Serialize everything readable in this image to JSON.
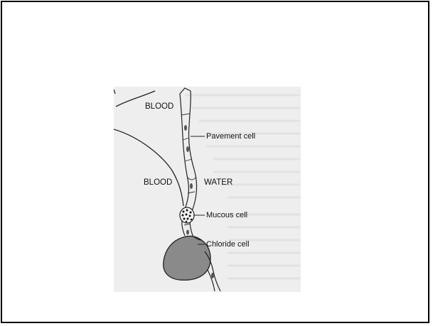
{
  "diagram": {
    "labels": {
      "blood_top": "BLOOD",
      "blood_lower": "BLOOD",
      "water": "WATER",
      "pavement_cell": "Pavement cell",
      "mucous_cell": "Mucous cell",
      "chloride_cell": "Chloride cell"
    },
    "colors": {
      "frame": "#000000",
      "figure_background": "#eeeeee",
      "chloride_cell_fill": "#8a8a8a",
      "outline": "#222222"
    }
  }
}
